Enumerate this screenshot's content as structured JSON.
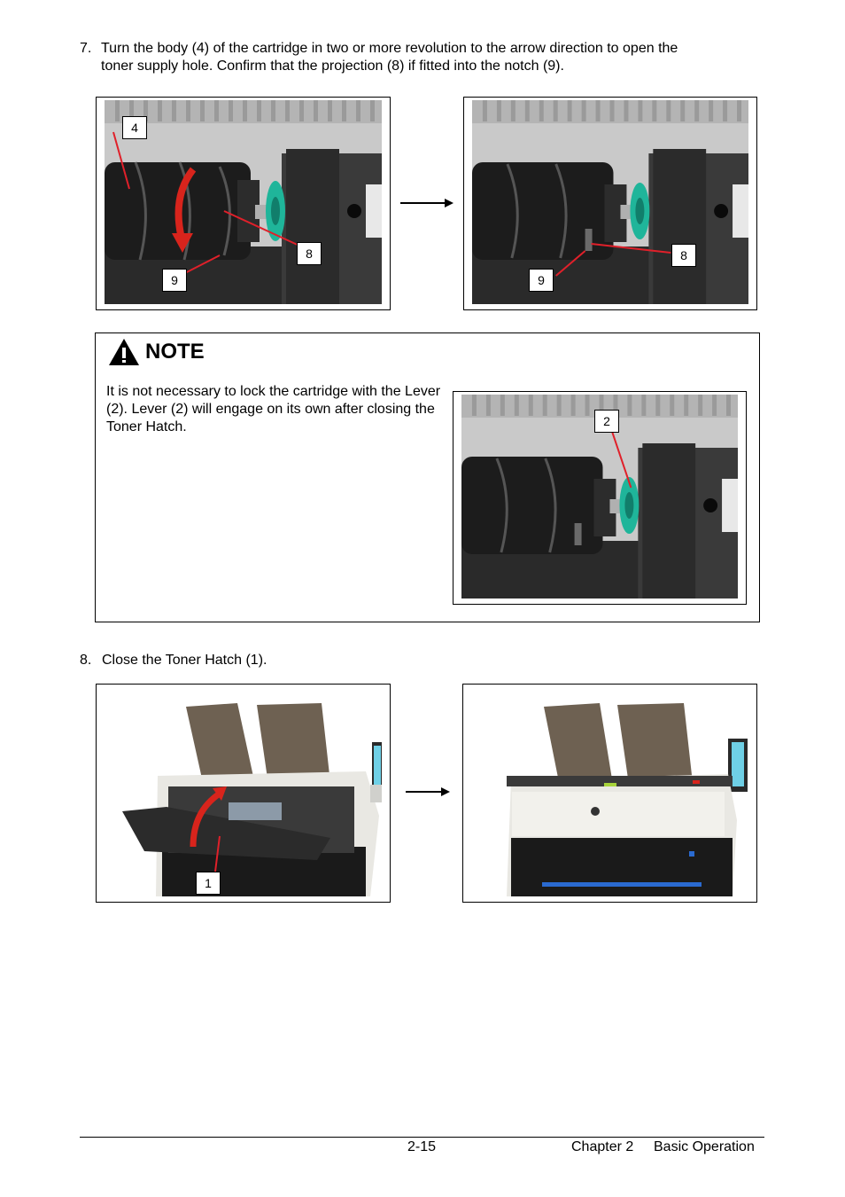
{
  "step7": {
    "number": "7.",
    "line1": "Turn the body (4) of the cartridge in two or more revolution to the arrow direction to open the",
    "line2": "toner supply hole. Confirm that the projection (8) if fitted into the notch (9)."
  },
  "figure1_left": {
    "callouts": [
      "4",
      "8",
      "9"
    ]
  },
  "figure1_right": {
    "callouts": [
      "8",
      "9"
    ]
  },
  "note": {
    "title": "NOTE",
    "text": "It is not necessary to lock the cartridge with the Lever (2). Lever (2) will engage on its own after closing the Toner Hatch.",
    "callout": "2"
  },
  "step8": {
    "number": "8.",
    "text": "Close the Toner Hatch (1)."
  },
  "figure2_left": {
    "callout": "1"
  },
  "footer": {
    "page": "2-15",
    "chapter": "Chapter 2",
    "section": "Basic Operation"
  },
  "colors": {
    "cartridge_black": "#1c1c1c",
    "gear_teal": "#1fb59a",
    "arrow_red": "#d8241c",
    "leader_red": "#e0202a",
    "chute_brown": "#6e6152",
    "machine_white": "#e9e8e3"
  }
}
